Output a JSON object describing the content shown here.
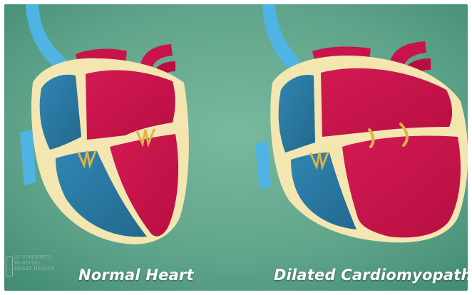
{
  "captions": {
    "normal": "Normal Heart",
    "dilated": "Dilated Cardiomyopathy"
  },
  "watermark": {
    "lines": [
      "ST VINCENT'S",
      "HOSPITAL",
      "HEART HEALTH"
    ]
  },
  "colors": {
    "background": "#5fa48a",
    "left_heart_red": "#c8144a",
    "right_heart_blue": "#2e7da6",
    "wall_cream": "#f3e6b0",
    "vein_light_blue": "#4fb3e3",
    "valve_gold": "#d9b24a"
  }
}
